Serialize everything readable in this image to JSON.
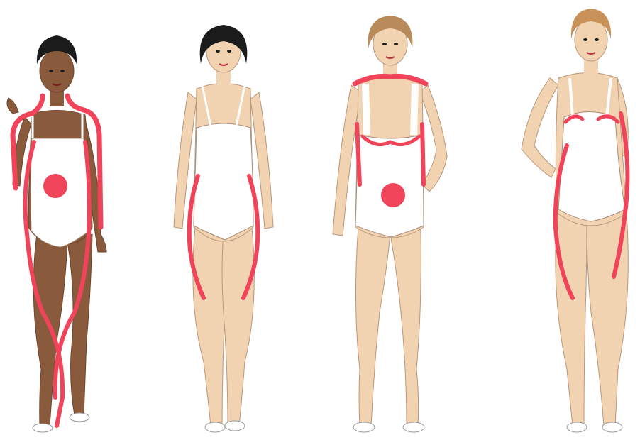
{
  "illustration": {
    "figures": [
      {
        "id": "figure-1",
        "skin": "#8a5a3c",
        "hair": "#1b1b1b",
        "accent": "#f0445a",
        "feature": "apple-belly-circle"
      },
      {
        "id": "figure-2",
        "skin": "#f1d2b1",
        "hair": "#1b1b1b",
        "accent": "#f0445a",
        "feature": "hip-curves"
      },
      {
        "id": "figure-3",
        "skin": "#f1d2b1",
        "hair": "#b98a5a",
        "accent": "#f0445a",
        "feature": "shoulder-waist-lines-belly-circle"
      },
      {
        "id": "figure-4",
        "skin": "#f1d2b1",
        "hair": "#c8915a",
        "accent": "#f0445a",
        "feature": "bust-and-hip-curves"
      }
    ],
    "swimsuit_color": "#ffffff",
    "outline_color": "#a98c76"
  }
}
